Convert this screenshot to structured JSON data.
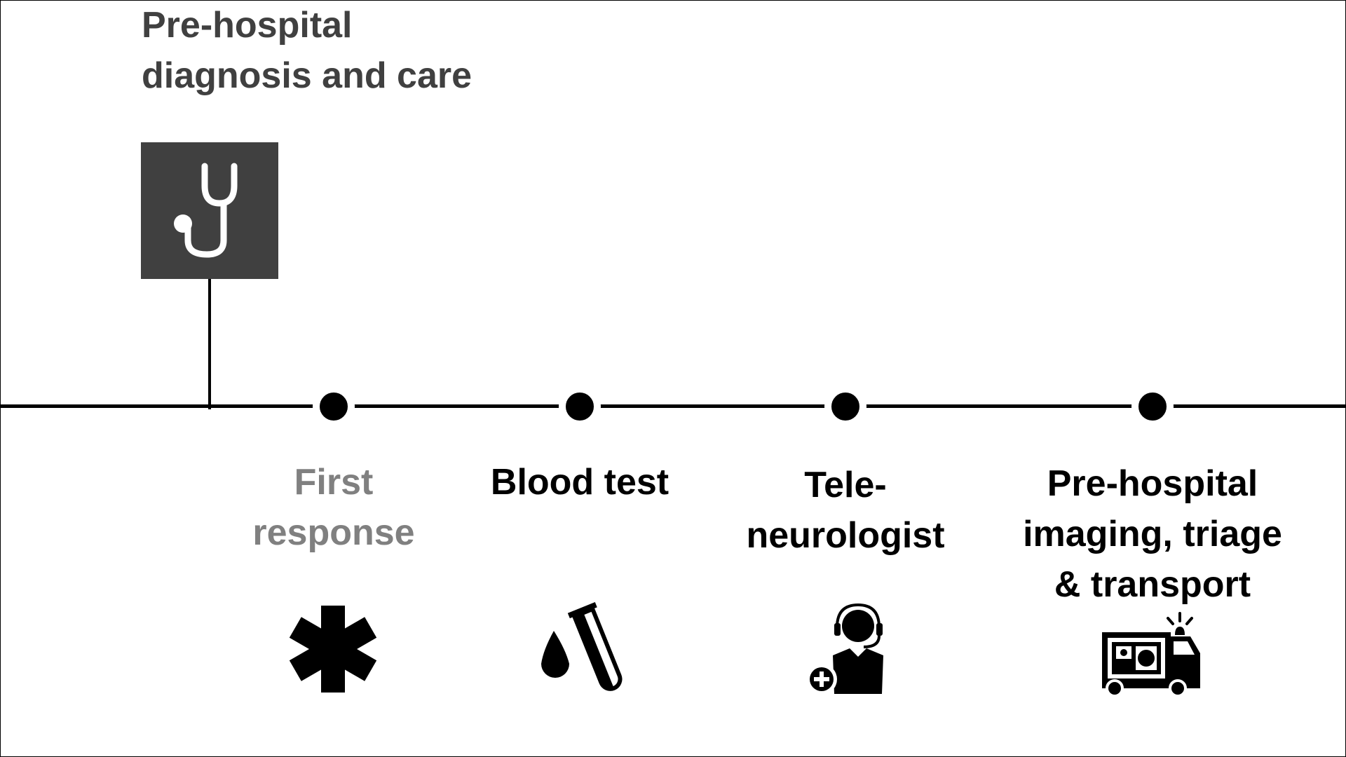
{
  "title": {
    "line1": "Pre-hospital",
    "line2": "diagnosis and care"
  },
  "badge_icon": "stethoscope-icon",
  "colors": {
    "badge": "#404040",
    "title": "#404040",
    "muted": "#808080",
    "line": "#000000"
  },
  "steps": [
    {
      "line1": "First",
      "line2": "response",
      "line3": "",
      "icon": "star-of-life-icon",
      "color": "#808080"
    },
    {
      "line1": "Blood test",
      "line2": "",
      "line3": "",
      "icon": "blood-test-tube-icon",
      "color": "#000000"
    },
    {
      "line1": "Tele-",
      "line2": "neurologist",
      "line3": "",
      "icon": "tele-neurologist-headset-icon",
      "color": "#000000"
    },
    {
      "line1": "Pre-hospital",
      "line2": "imaging, triage",
      "line3": "& transport",
      "icon": "ambulance-scanner-icon",
      "color": "#000000"
    }
  ]
}
